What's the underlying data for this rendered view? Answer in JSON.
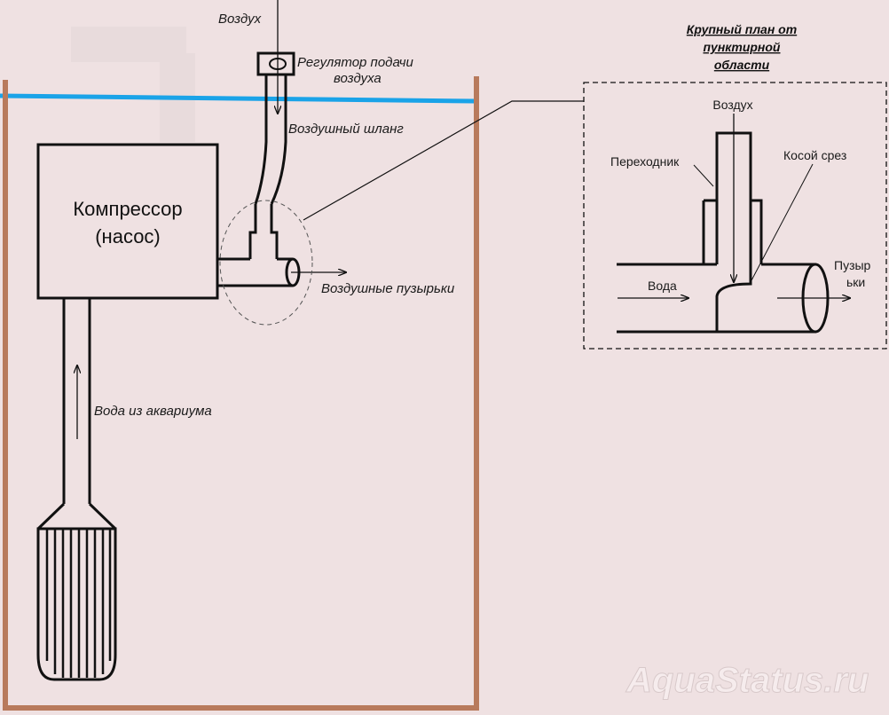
{
  "labels": {
    "air_top": "Воздух",
    "regulator_l1": "Регулятор подачи",
    "regulator_l2": "воздуха",
    "air_hose": "Воздушный шланг",
    "compressor_l1": "Компрессор",
    "compressor_l2": "(насос)",
    "bubbles": "Воздушные пузырьки",
    "water_from_tank": "Вода из аквариума"
  },
  "closeup": {
    "title_l1": "Крупный план от",
    "title_l2": "пунктирной",
    "title_l3": "области",
    "air": "Воздух",
    "adapter": "Переходник",
    "bevel_cut": "Косой срез",
    "water": "Вода",
    "bubbles_l1": "Пузыр",
    "bubbles_l2": "ьки"
  },
  "watermark": "AquaStatus.ru",
  "colors": {
    "background": "#efe1e2",
    "tank_wall": "#b87a5c",
    "water_line": "#1aa3e8",
    "line": "#111111"
  }
}
